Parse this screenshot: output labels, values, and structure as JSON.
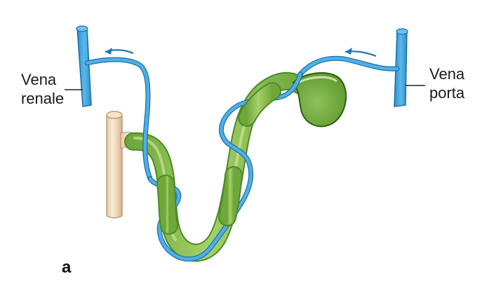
{
  "labels": {
    "renal_line1": "Vena",
    "renal_line2": "renale",
    "portal_line1": "Vena",
    "portal_line2": "porta"
  },
  "panel_letter": "a",
  "colors": {
    "vein": "#3aa0db",
    "vein_dark": "#1f78b4",
    "gut": "#8cc152",
    "gut_dark": "#4e8a2a",
    "gut_light": "#b7dc83",
    "tube": "#f2dcc0",
    "tube_dark": "#c9a57e"
  }
}
